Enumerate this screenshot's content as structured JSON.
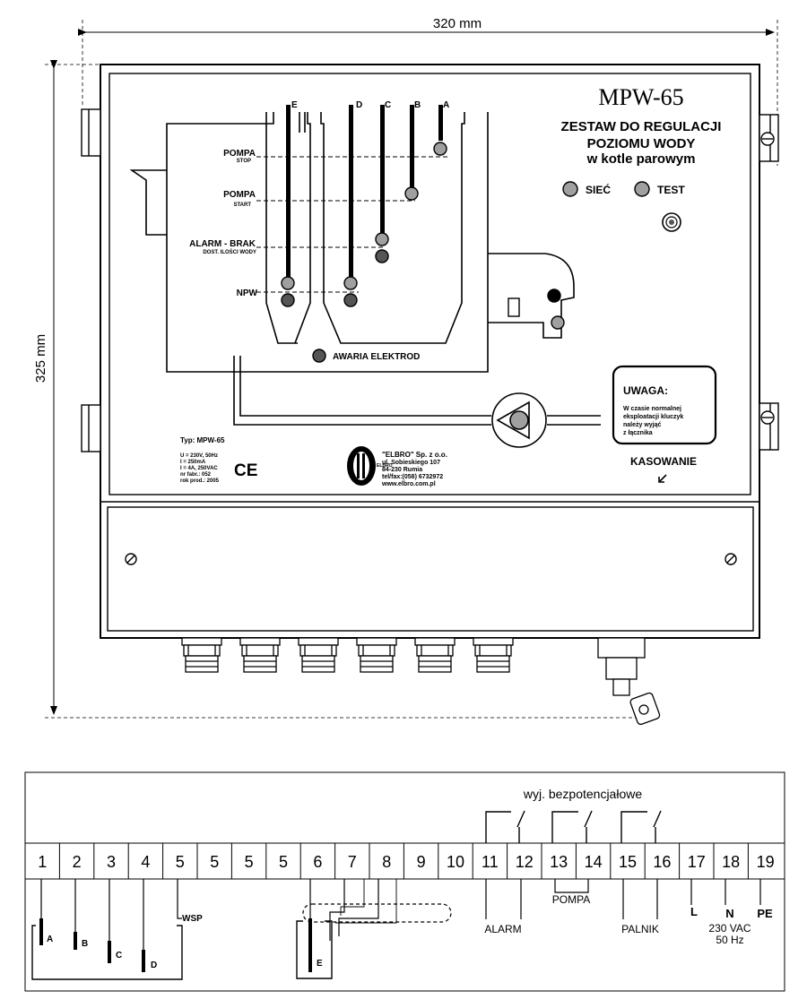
{
  "dimensions": {
    "width_label": "320 mm",
    "height_label": "325 mm"
  },
  "panel": {
    "title": "MPW-65",
    "subtitle_lines": [
      "ZESTAW DO REGULACJI",
      "POZIOMU WODY",
      "w kotle parowym"
    ],
    "indicators": {
      "siec": "SIEĆ",
      "test": "TEST"
    },
    "electrode_letters": [
      "E",
      "D",
      "C",
      "B",
      "A"
    ],
    "levels": {
      "pompa_stop": [
        "POMPA",
        "STOP"
      ],
      "pompa_start": [
        "POMPA",
        "START"
      ],
      "alarm": [
        "ALARM - BRAK",
        "DOST. ILOŚCI WODY"
      ],
      "npw": "NPW"
    },
    "awaria": "AWARIA ELEKTROD",
    "uwaga": {
      "title": "UWAGA:",
      "text_lines": [
        "W czasie normalnej",
        "eksploatacji kluczyk",
        "należy wyjąć",
        "z łącznika"
      ]
    },
    "kasowanie": "KASOWANIE",
    "typ_lines": [
      "Typ: MPW-65",
      "U = 230V, 50Hz",
      "I = 250mA",
      "I = 4A, 250VAC",
      "nr fabr.: 052",
      "rok prod.: 2005"
    ],
    "ce": "CE",
    "logo_text": "ELBRO",
    "company_lines": [
      "\"ELBRO\" Sp. z o.o.",
      "ul. Sobieskiego 107",
      "84-230 Rumia",
      "tel/fax:(058) 6732972",
      "www.elbro.com.pl"
    ]
  },
  "terminals": {
    "header": "wyj. bezpotencjałowe",
    "numbers": [
      "1",
      "2",
      "3",
      "4",
      "5",
      "5",
      "5",
      "5",
      "6",
      "7",
      "8",
      "9",
      "10",
      "11",
      "12",
      "13",
      "14",
      "15",
      "16",
      "17",
      "18",
      "19"
    ],
    "electrodes": [
      "A",
      "B",
      "C",
      "D",
      "WSP",
      "E"
    ],
    "outputs": {
      "alarm": "ALARM",
      "pompa": "POMPA",
      "palnik": "PALNIK"
    },
    "power": {
      "l": "L",
      "n": "N",
      "pe": "PE",
      "voltage": "230 VAC",
      "freq": "50 Hz"
    }
  }
}
